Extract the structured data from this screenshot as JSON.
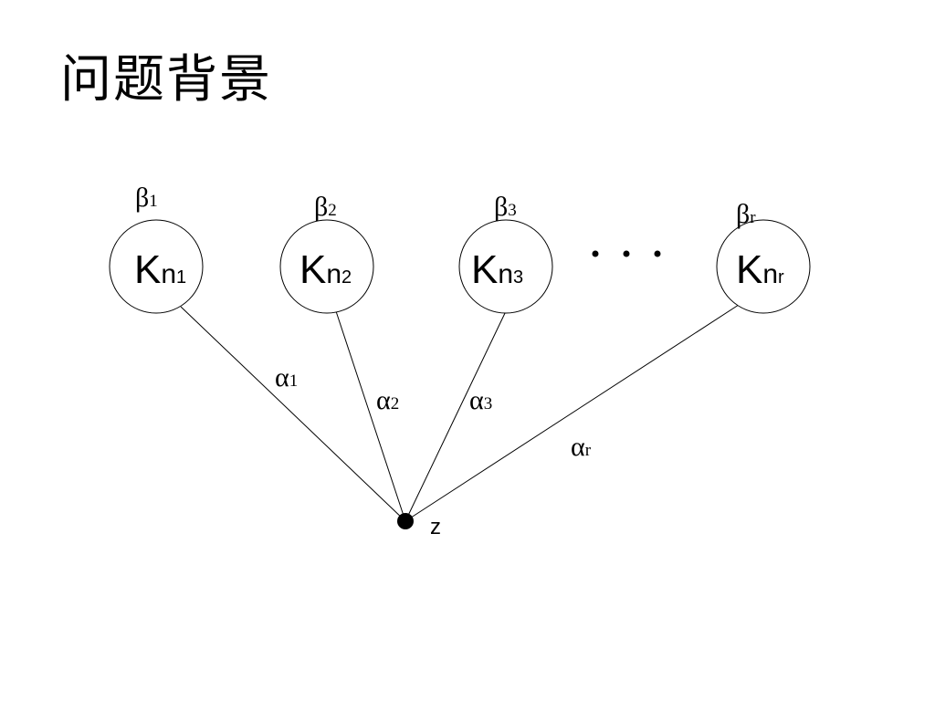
{
  "title": "问题背景",
  "center_node": {
    "label": "z"
  },
  "nodes": [
    {
      "k": "K",
      "n": "n",
      "index": "1",
      "beta": "β",
      "beta_index": "1",
      "alpha": "α",
      "alpha_index": "1"
    },
    {
      "k": "K",
      "n": "n",
      "index": "2",
      "beta": "β",
      "beta_index": "2",
      "alpha": "α",
      "alpha_index": "2"
    },
    {
      "k": "K",
      "n": "n",
      "index": "3",
      "beta": "β",
      "beta_index": "3",
      "alpha": "α",
      "alpha_index": "3"
    },
    {
      "k": "K",
      "n": "n",
      "index": "r",
      "beta": "β",
      "beta_index": "r",
      "alpha": "α",
      "alpha_index": "r"
    }
  ],
  "ellipsis": "· · ·",
  "colors": {
    "stroke": "#000000",
    "background": "#ffffff"
  }
}
